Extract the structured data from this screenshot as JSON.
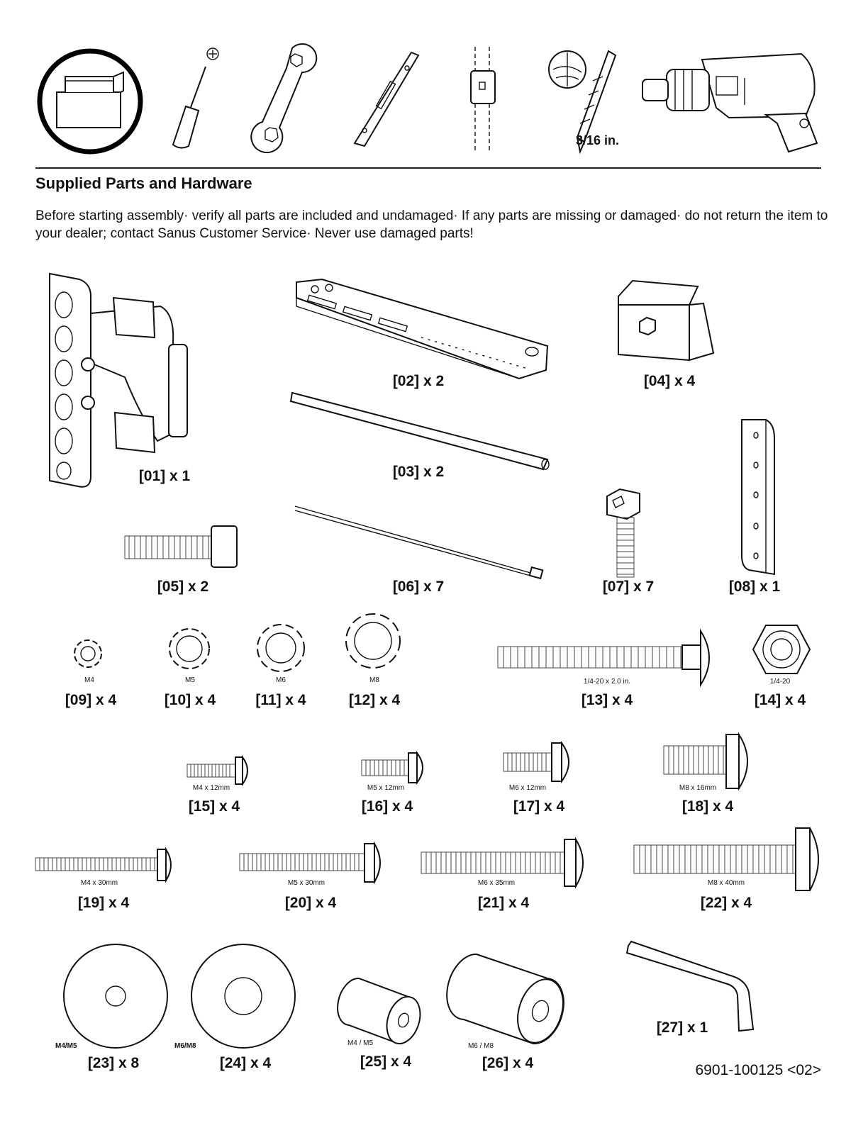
{
  "tools": {
    "drill_bit_size": "3/16 in.",
    "icons": [
      "toolbox-icon",
      "phillips-screwdriver-icon",
      "wrench-icon",
      "level-icon",
      "stud-finder-icon",
      "drill-bit-icon",
      "power-drill-icon"
    ]
  },
  "section": {
    "title": "Supplied Parts and Hardware",
    "intro": "Before starting assembly· verify all parts are included and undamaged· If any parts are missing or damaged· do not return the item to your dealer; contact Sanus Customer Service· Never use damaged parts!"
  },
  "parts": {
    "p01": "[01] x 1",
    "p02": "[02] x 2",
    "p03": "[03] x 2",
    "p04": "[04] x 4",
    "p05": "[05] x 2",
    "p06": "[06] x 7",
    "p07": "[07] x 7",
    "p08": "[08] x 1",
    "p09": "[09] x 4",
    "p10": "[10] x 4",
    "p11": "[11] x 4",
    "p12": "[12] x 4",
    "p13": "[13] x 4",
    "p14": "[14] x 4",
    "p15": "[15] x 4",
    "p16": "[16] x 4",
    "p17": "[17] x 4",
    "p18": "[18] x 4",
    "p19": "[19] x 4",
    "p20": "[20] x 4",
    "p21": "[21] x 4",
    "p22": "[22] x 4",
    "p23": "[23] x 8",
    "p24": "[24] x 4",
    "p25": "[25] x 4",
    "p26": "[26] x 4",
    "p27": "[27] x 1"
  },
  "sizes": {
    "s09": "M4",
    "s10": "M5",
    "s11": "M6",
    "s12": "M8",
    "s13": "1/4-20 x 2.0 in.",
    "s14": "1/4-20",
    "s15": "M4 x 12mm",
    "s16": "M5 x 12mm",
    "s17": "M6 x 12mm",
    "s18": "M8 x 16mm",
    "s19": "M4 x 30mm",
    "s20": "M5 x 30mm",
    "s21": "M6 x 35mm",
    "s22": "M8 x 40mm",
    "s23": "M4/M5",
    "s24": "M6/M8",
    "s25": "M4 / M5",
    "s26": "M6 / M8"
  },
  "doc_number": "6901-100125 <02>"
}
